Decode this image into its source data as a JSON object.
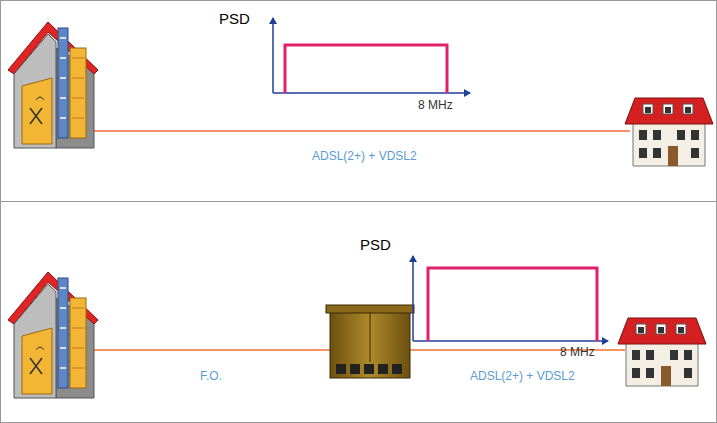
{
  "diagram": {
    "labels": [
      "PSD",
      "8 MHz",
      "ADSL(2+) + VDSL2",
      "PSD",
      "8 MHz",
      "F.O.",
      "ADSL(2+) + VDSL2"
    ]
  }
}
